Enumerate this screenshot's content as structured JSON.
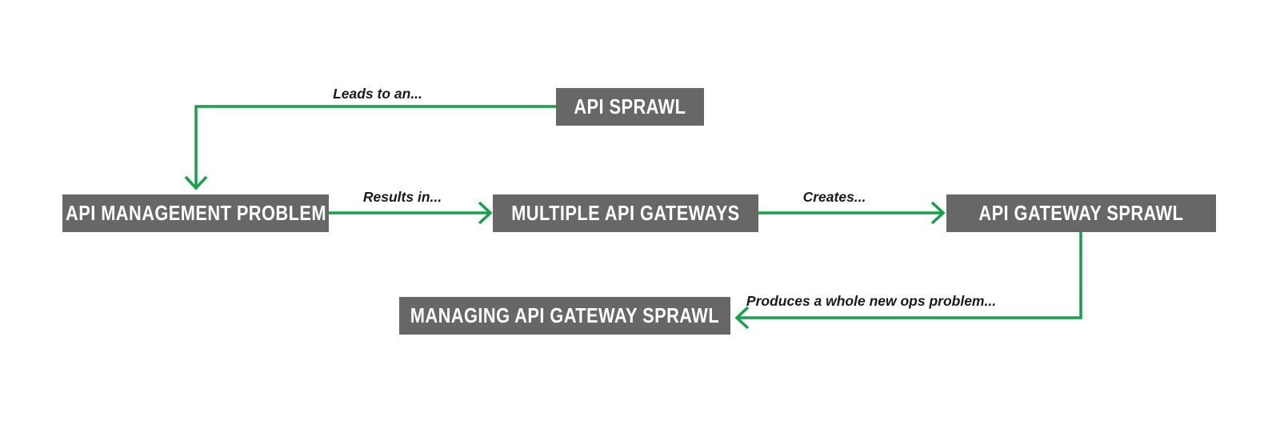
{
  "colors": {
    "box_bg": "#676767",
    "box_text": "#ffffff",
    "arrow": "#16A04A",
    "label_text": "#1b1b1b",
    "page_bg": "#ffffff"
  },
  "diagram": {
    "nodes": {
      "api_sprawl": {
        "label": "API SPRAWL"
      },
      "api_management_problem": {
        "label": "API MANAGEMENT PROBLEM"
      },
      "multiple_api_gateways": {
        "label": "MULTIPLE API GATEWAYS"
      },
      "api_gateway_sprawl": {
        "label": "API GATEWAY SPRAWL"
      },
      "managing_api_gateway_sprawl": {
        "label": "MANAGING API GATEWAY SPRAWL"
      }
    },
    "edges": {
      "leads_to": {
        "label": "Leads to an...",
        "from": "api_sprawl",
        "to": "api_management_problem"
      },
      "results_in": {
        "label": "Results in...",
        "from": "api_management_problem",
        "to": "multiple_api_gateways"
      },
      "creates": {
        "label": "Creates...",
        "from": "multiple_api_gateways",
        "to": "api_gateway_sprawl"
      },
      "produces": {
        "label": "Produces a whole new ops problem...",
        "from": "api_gateway_sprawl",
        "to": "managing_api_gateway_sprawl"
      }
    }
  }
}
